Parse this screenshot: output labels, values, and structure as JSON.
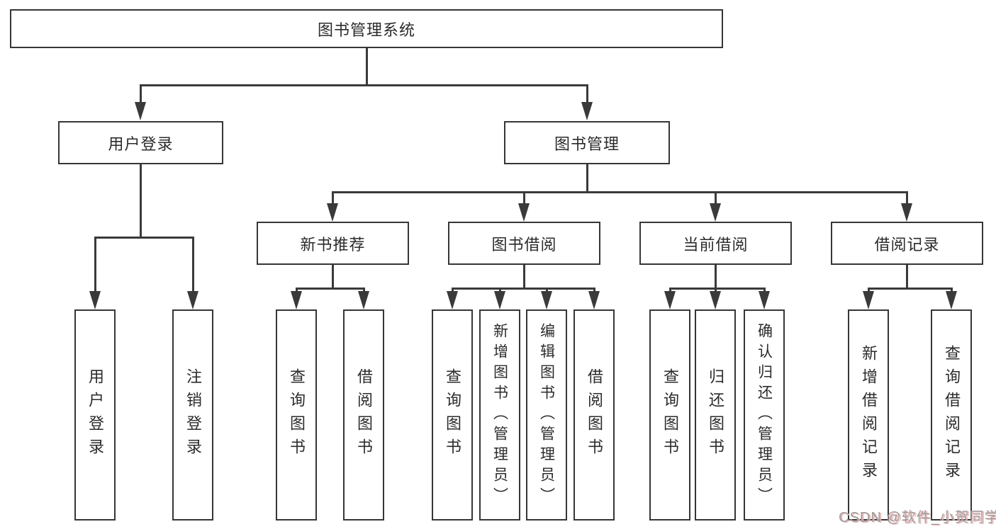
{
  "tree": {
    "root": {
      "label": "图书管理系统"
    },
    "user": {
      "label": "用户登录",
      "children": [
        {
          "label": "用户登录"
        },
        {
          "label": "注销登录"
        }
      ]
    },
    "management": {
      "label": "图书管理",
      "sections": [
        {
          "label": "新书推荐",
          "children": [
            {
              "label": "查询图书"
            },
            {
              "label": "借阅图书"
            }
          ]
        },
        {
          "label": "图书借阅",
          "children": [
            {
              "label": "查询图书"
            },
            {
              "label": "新增图书（管理员）"
            },
            {
              "label": "编辑图书（管理员）"
            },
            {
              "label": "借阅图书"
            }
          ]
        },
        {
          "label": "当前借阅",
          "children": [
            {
              "label": "查询图书"
            },
            {
              "label": "归还图书"
            },
            {
              "label": "确认归还（管理员）"
            }
          ]
        },
        {
          "label": "借阅记录",
          "children": [
            {
              "label": "新增借阅记录"
            },
            {
              "label": "查询借阅记录"
            }
          ]
        }
      ]
    }
  },
  "watermark": {
    "text": "CSDN @软件_小贺同学"
  },
  "colors": {
    "background": "#ffffff",
    "box_border": "#363636",
    "connector_line": "#3a3a3a",
    "text": "#2b2b2b",
    "watermark_gray": "#9e9e9e",
    "watermark_pink": "#efb0b0"
  }
}
